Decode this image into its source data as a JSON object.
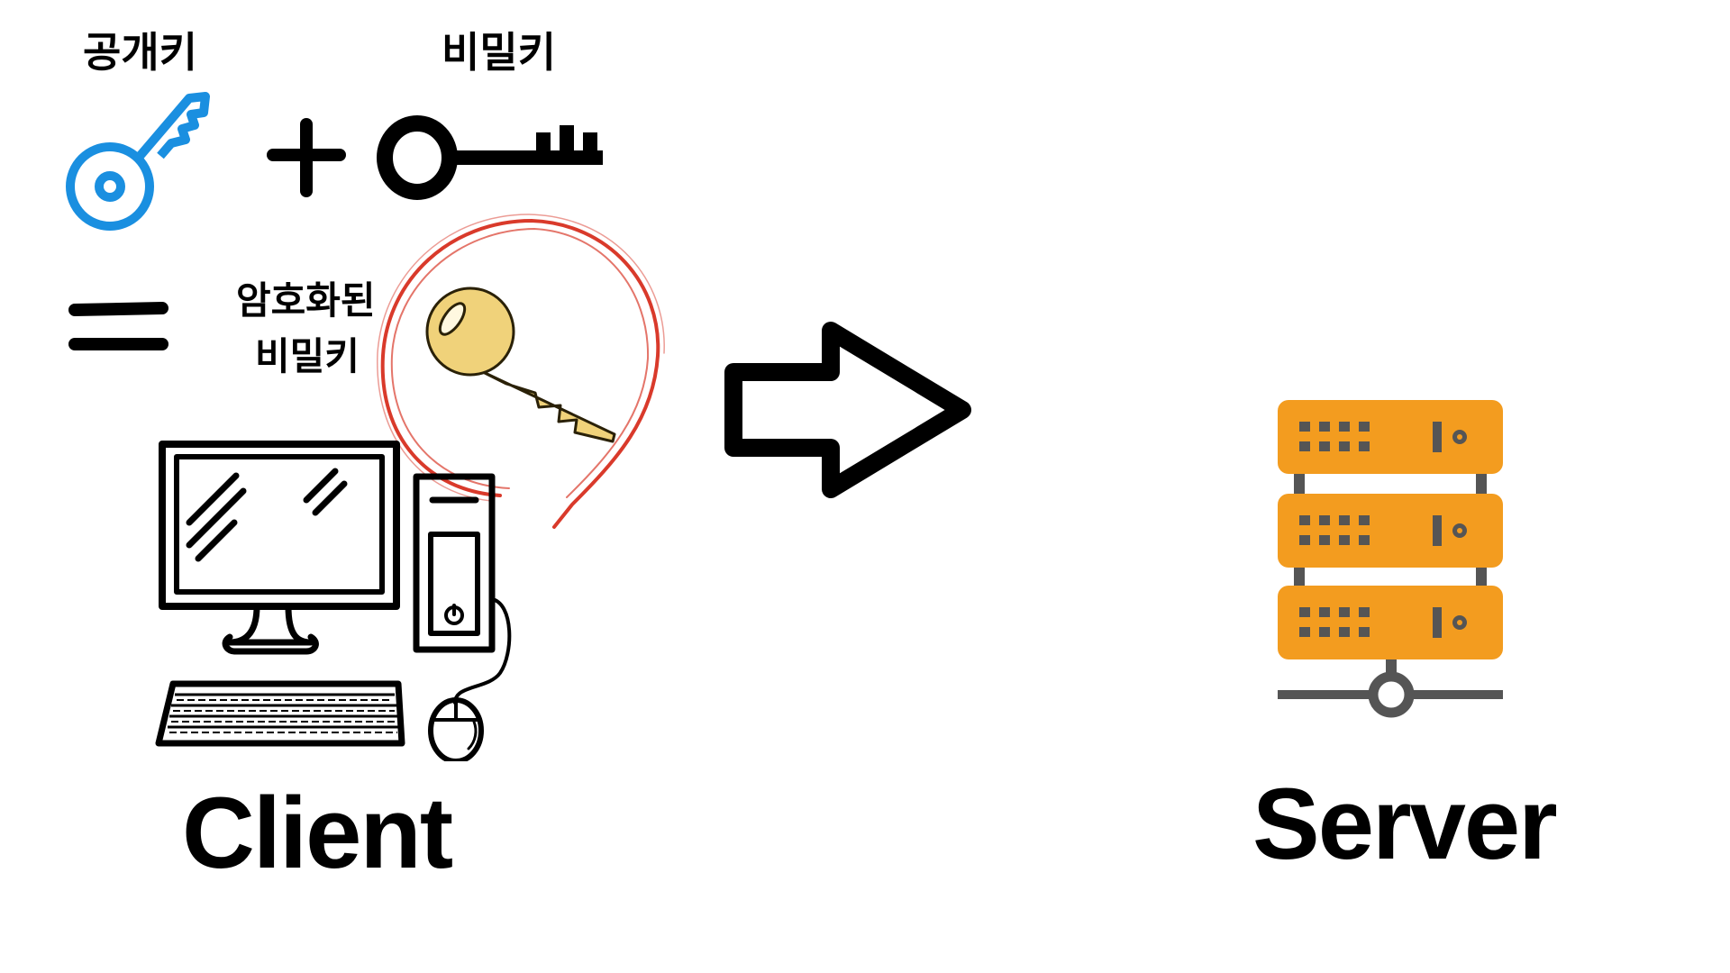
{
  "labels": {
    "public_key": "공개키",
    "private_key": "비밀키",
    "encrypted_line1": "암호화된",
    "encrypted_line2": "비밀키",
    "client": "Client",
    "server": "Server"
  },
  "icons": {
    "public_key": "blue-key-icon",
    "plus": "plus-icon",
    "private_key": "black-key-icon",
    "equals": "equals-icon",
    "encrypted_key": "gold-key-icon",
    "highlight": "red-circle",
    "arrow": "right-arrow-icon",
    "client": "desktop-computer-icon",
    "server": "server-rack-icon"
  },
  "colors": {
    "public_key": "#1a8fe0",
    "encrypted_key": "#f0d27a",
    "highlight": "#d93a2b",
    "server": "#f39c1f",
    "server_detail": "#555555"
  }
}
